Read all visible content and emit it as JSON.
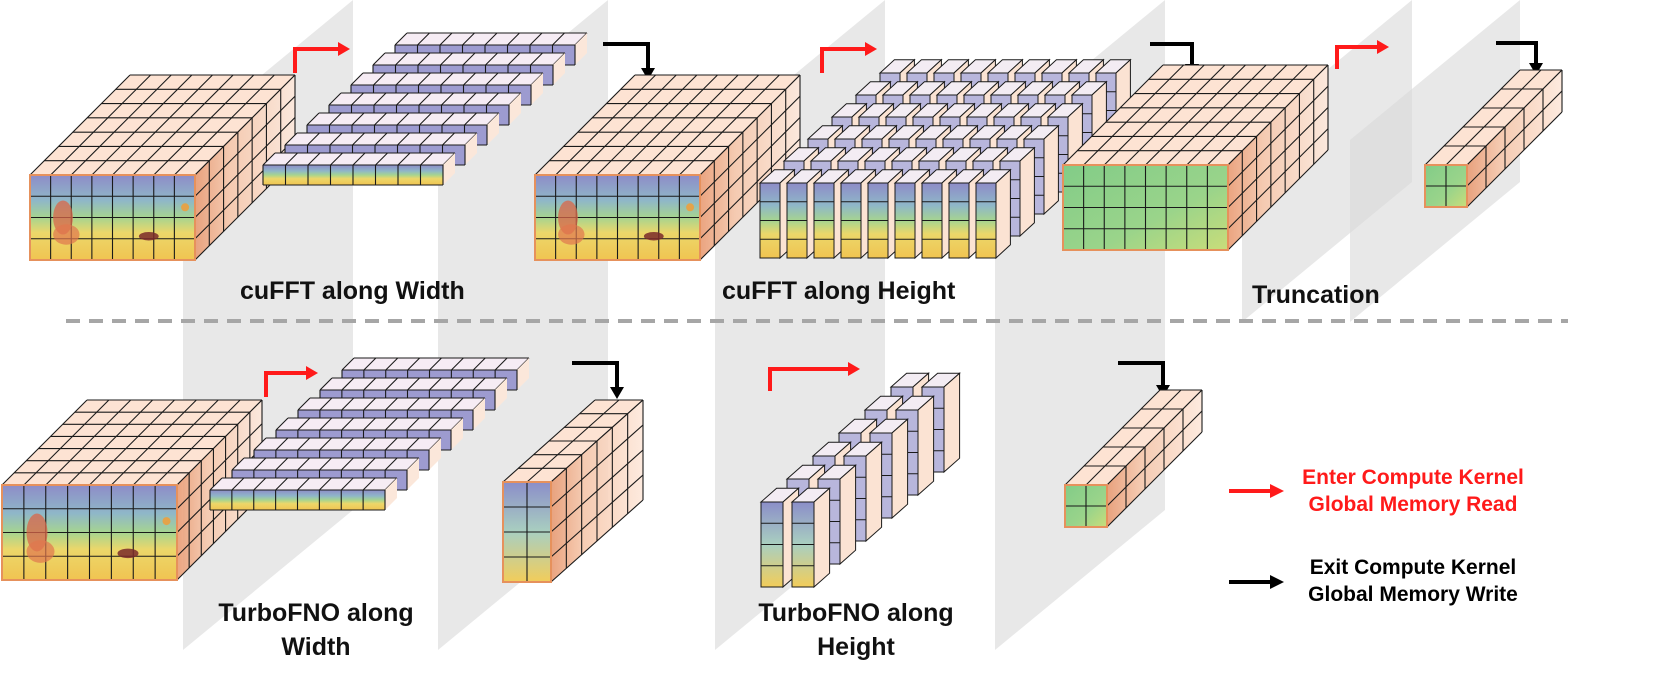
{
  "labels": {
    "cufft_width": "cuFFT  along Width",
    "cufft_height": "cuFFT  along Height",
    "truncation": "Truncation",
    "turbo_width_line1": "TurboFNO  along",
    "turbo_width_line2": "Width",
    "turbo_height_line1": "TurboFNO  along",
    "turbo_height_line2": "Height"
  },
  "legend": {
    "enter_line1": "Enter Compute Kernel",
    "enter_line2": "Global Memory Read",
    "exit_line1": "Exit Compute Kernel",
    "exit_line2": "Global Memory Write"
  },
  "colors": {
    "read_arrow": "#ff1a1a",
    "write_arrow": "#000000",
    "cube_face": "#fde3d3",
    "cube_edge": "#1a1a1a",
    "divider": "#a6a6a6",
    "plane": "#d9d9d9",
    "spectrum_green": "#8fd18a"
  },
  "icons": {
    "read_arrow": "red-elbow-arrow-icon",
    "write_arrow": "black-elbow-arrow-icon"
  }
}
